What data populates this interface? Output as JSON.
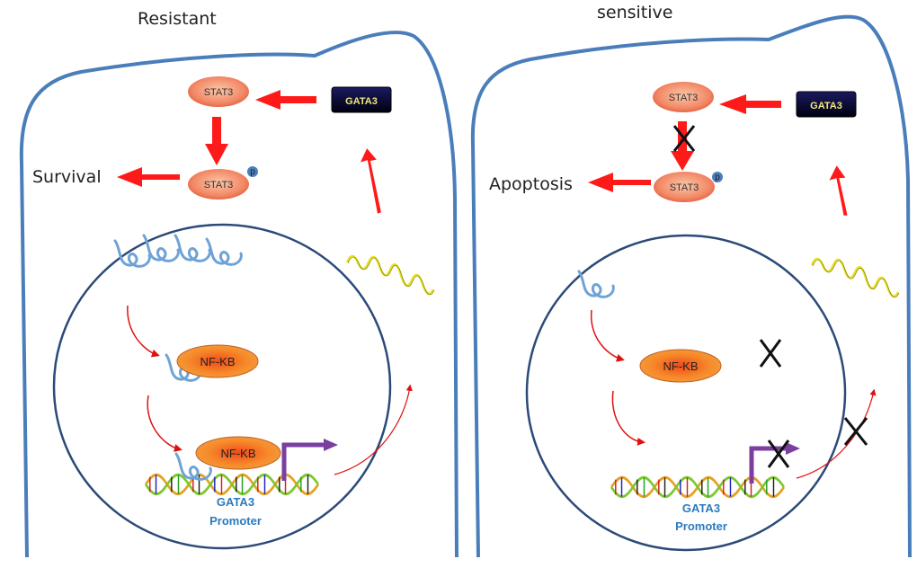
{
  "figure": {
    "panels": [
      {
        "id": "resistant",
        "title": "Resistant",
        "outcome": "Survival",
        "stat3_label": "STAT3",
        "stat3p_label": "STAT3",
        "phospho_label": "p",
        "gata3_label": "GATA3",
        "nfkb_label_1": "NF-KB",
        "nfkb_label_2": "NF-KB",
        "promoter_line1": "GATA3",
        "promoter_line2": "Promoter",
        "blocked_steps": []
      },
      {
        "id": "sensitive",
        "title": "sensitive",
        "outcome": "Apoptosis",
        "stat3_label": "STAT3",
        "stat3p_label": "STAT3",
        "phospho_label": "p",
        "gata3_label": "GATA3",
        "nfkb_label_1": "NF-KB",
        "promoter_line1": "GATA3",
        "promoter_line2": "Promoter",
        "blocked_steps": [
          "stat3-phosphorylation",
          "nfkb-dna-binding",
          "transcription-start",
          "mrna-export"
        ]
      }
    ],
    "colors": {
      "cell_membrane": "#4a7ebb",
      "nucleus": "#2b4a78",
      "arrow": "#ff1a1a",
      "stat3_fill": "#f08060",
      "gata3_box": "#0a0a40",
      "nfkb_fill": "#f59030",
      "transcription_arrow": "#7b3fa0",
      "mrna": "#e8e020",
      "chromatin": "#6fa3d6",
      "phospho": "#4a7ebb",
      "block_x": "#111111"
    }
  }
}
